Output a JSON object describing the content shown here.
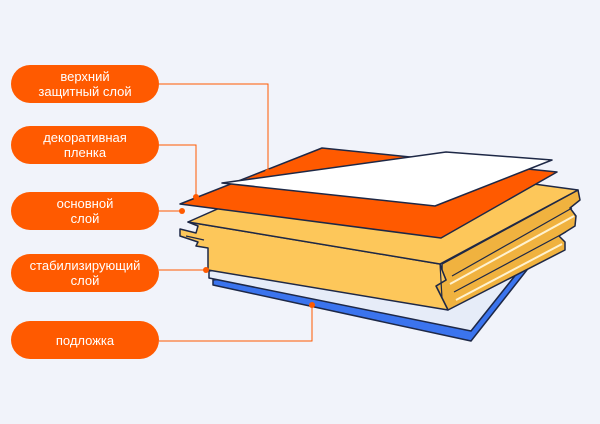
{
  "colors": {
    "background": "#f1f3fa",
    "accent": "#ff5a00",
    "core": "#fdc75a",
    "core_shadow": "#f0b23f",
    "core_outline": "#1e2846",
    "protective_layer": "#ffffff",
    "stabilizing_layer": "#e6ecf8",
    "backing_layer": "#3b74ee"
  },
  "labels": [
    {
      "id": "top-protective-layer",
      "line1": "верхний",
      "line2": "защитный слой"
    },
    {
      "id": "decorative-film",
      "line1": "декоративная",
      "line2": "пленка"
    },
    {
      "id": "core-layer",
      "line1": "основной",
      "line2": "слой"
    },
    {
      "id": "stabilizing-layer",
      "line1": "стабилизирующий",
      "line2": "слой"
    },
    {
      "id": "backing-layer",
      "line1": "подложка",
      "line2": ""
    }
  ]
}
